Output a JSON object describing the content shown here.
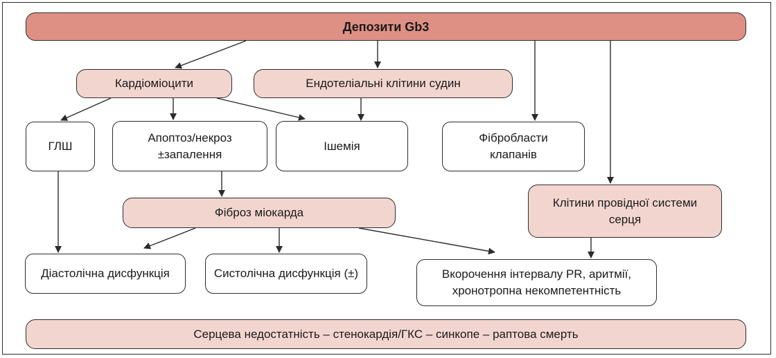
{
  "diagram": {
    "header": "Депозити Gb3",
    "cardiomyocytes": "Кардіоміоцити",
    "endothelial": "Ендотеліальні клітини судин",
    "glsh": "ГЛШ",
    "apoptosis": "Апоптоз/некроз\n±запалення",
    "ischemia": "Ішемія",
    "valve_fibroblasts": "Фібробласти\nклапанів",
    "conduction_cells": "Клітини провідної системи\nсерця",
    "myocardial_fibrosis": "Фіброз міокарда",
    "diastolic": "Діастолічна дисфункція",
    "systolic": "Систолічна дисфункція (±)",
    "pr_arrhythmia": "Вкорочення інтервалу PR, аритмії,\nхронотропна некомпетентність",
    "footer": "Серцева недостатність – стенокардія/ГКС – синкопе – раптова смерть"
  },
  "colors": {
    "banner": "#df9084",
    "pink_box": "#f3d5cf",
    "white_box": "#ffffff",
    "line": "#2b2b2b"
  }
}
